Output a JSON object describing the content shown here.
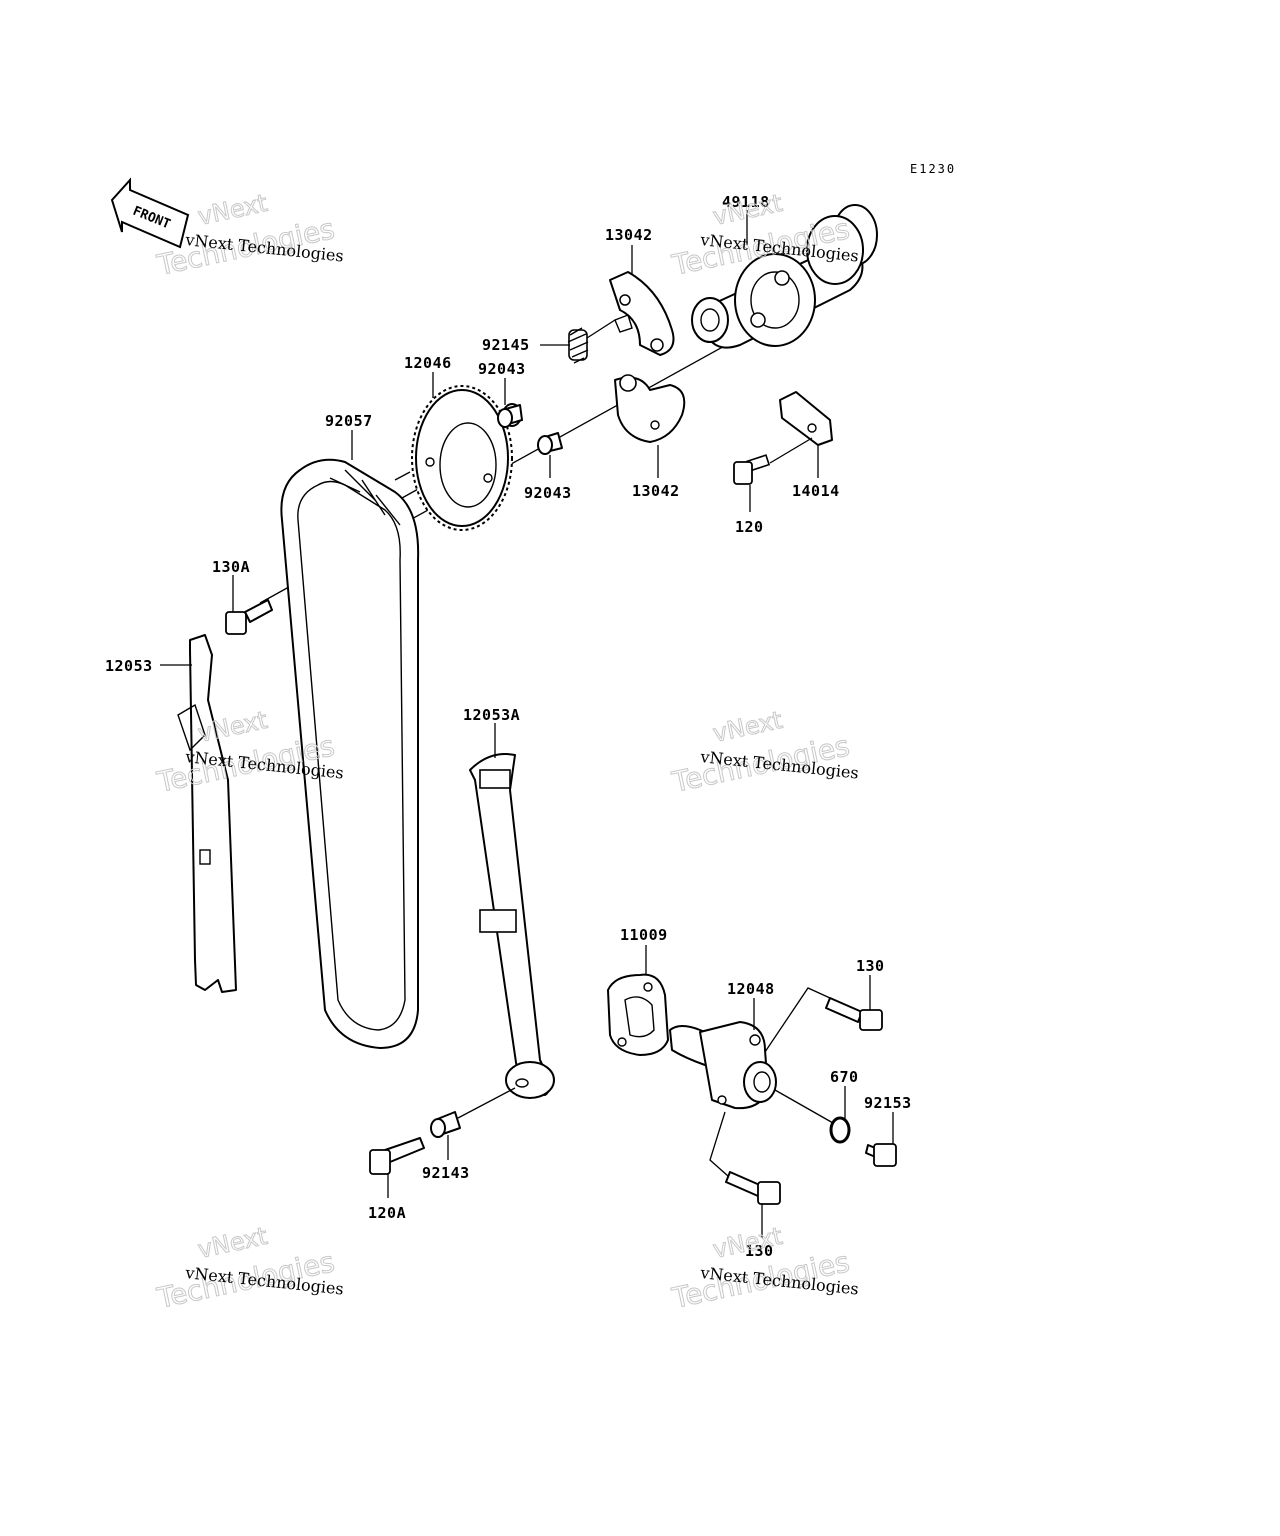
{
  "diagram_code": "E1230",
  "front_label": "FRONT",
  "watermark": {
    "small": "vNext Technologies",
    "large_line1": "vNext",
    "large_line2": "Technologies"
  },
  "parts": [
    {
      "key": "p49118",
      "number": "49118"
    },
    {
      "key": "p13042_top",
      "number": "13042"
    },
    {
      "key": "p92145",
      "number": "92145"
    },
    {
      "key": "p12046",
      "number": "12046"
    },
    {
      "key": "p92043_top",
      "number": "92043"
    },
    {
      "key": "p92057",
      "number": "92057"
    },
    {
      "key": "p92043_bottom",
      "number": "92043"
    },
    {
      "key": "p13042_bottom",
      "number": "13042"
    },
    {
      "key": "p14014",
      "number": "14014"
    },
    {
      "key": "p120",
      "number": "120"
    },
    {
      "key": "p130A",
      "number": "130A"
    },
    {
      "key": "p12053",
      "number": "12053"
    },
    {
      "key": "p12053A",
      "number": "12053A"
    },
    {
      "key": "p11009",
      "number": "11009"
    },
    {
      "key": "p130_top",
      "number": "130"
    },
    {
      "key": "p12048",
      "number": "12048"
    },
    {
      "key": "p670",
      "number": "670"
    },
    {
      "key": "p92153",
      "number": "92153"
    },
    {
      "key": "p92143",
      "number": "92143"
    },
    {
      "key": "p120A",
      "number": "120A"
    },
    {
      "key": "p130_bottom",
      "number": "130"
    }
  ]
}
